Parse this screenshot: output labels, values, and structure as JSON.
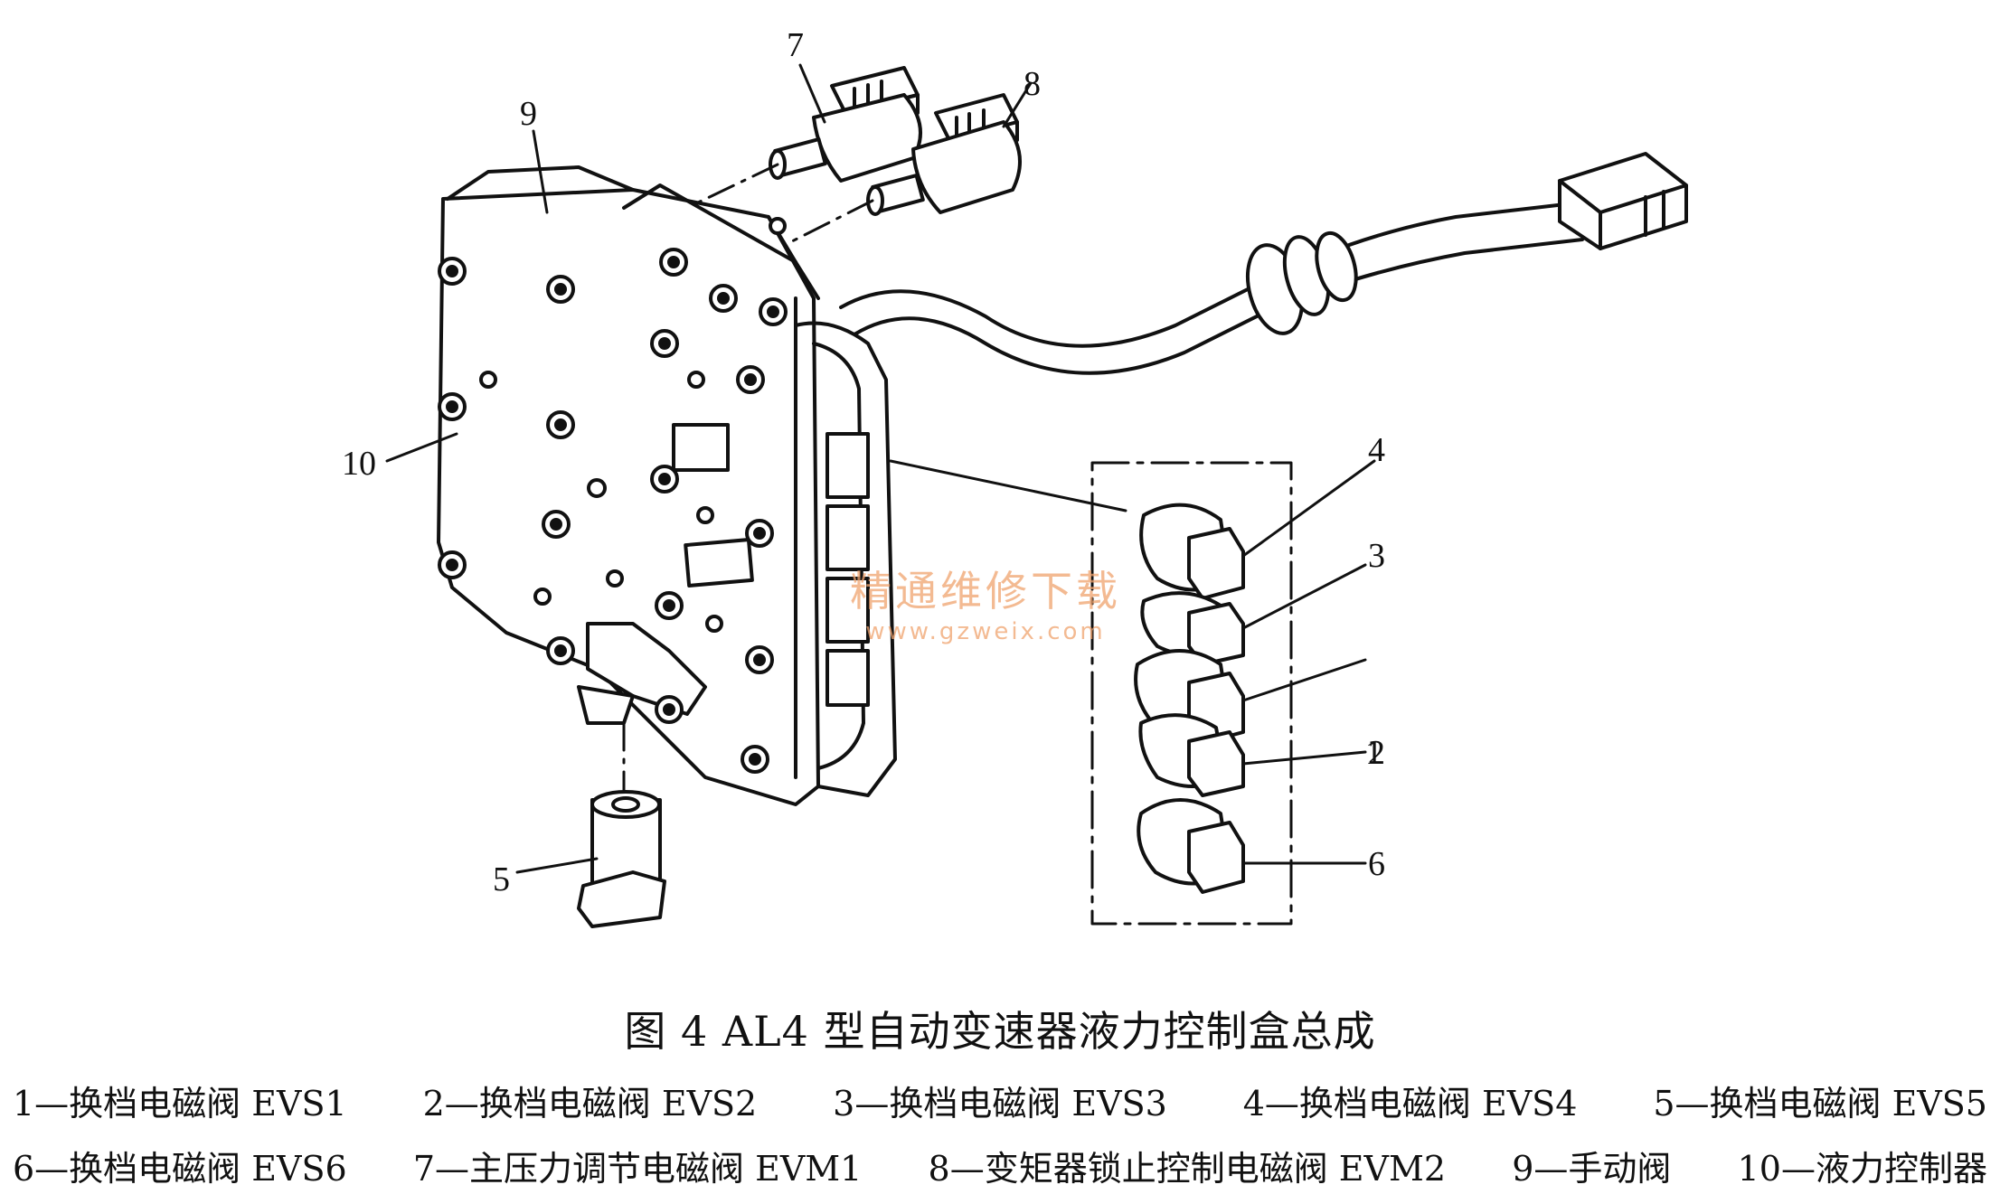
{
  "figure": {
    "callouts": [
      "1",
      "2",
      "3",
      "4",
      "5",
      "6",
      "7",
      "8",
      "9",
      "10"
    ],
    "title": "图 4    AL4 型自动变速器液力控制盒总成",
    "legend": [
      "1—换档电磁阀 EVS1",
      "2—换档电磁阀 EVS2",
      "3—换档电磁阀 EVS3",
      "4—换档电磁阀 EVS4",
      "5—换档电磁阀 EVS5",
      "6—换档电磁阀 EVS6",
      "7—主压力调节电磁阀 EVM1",
      "8—变矩器锁止控制电磁阀 EVM2",
      "9—手动阀",
      "10—液力控制器"
    ]
  },
  "watermark": {
    "text": "精通维修下载",
    "url": "www.gzweix.com"
  }
}
